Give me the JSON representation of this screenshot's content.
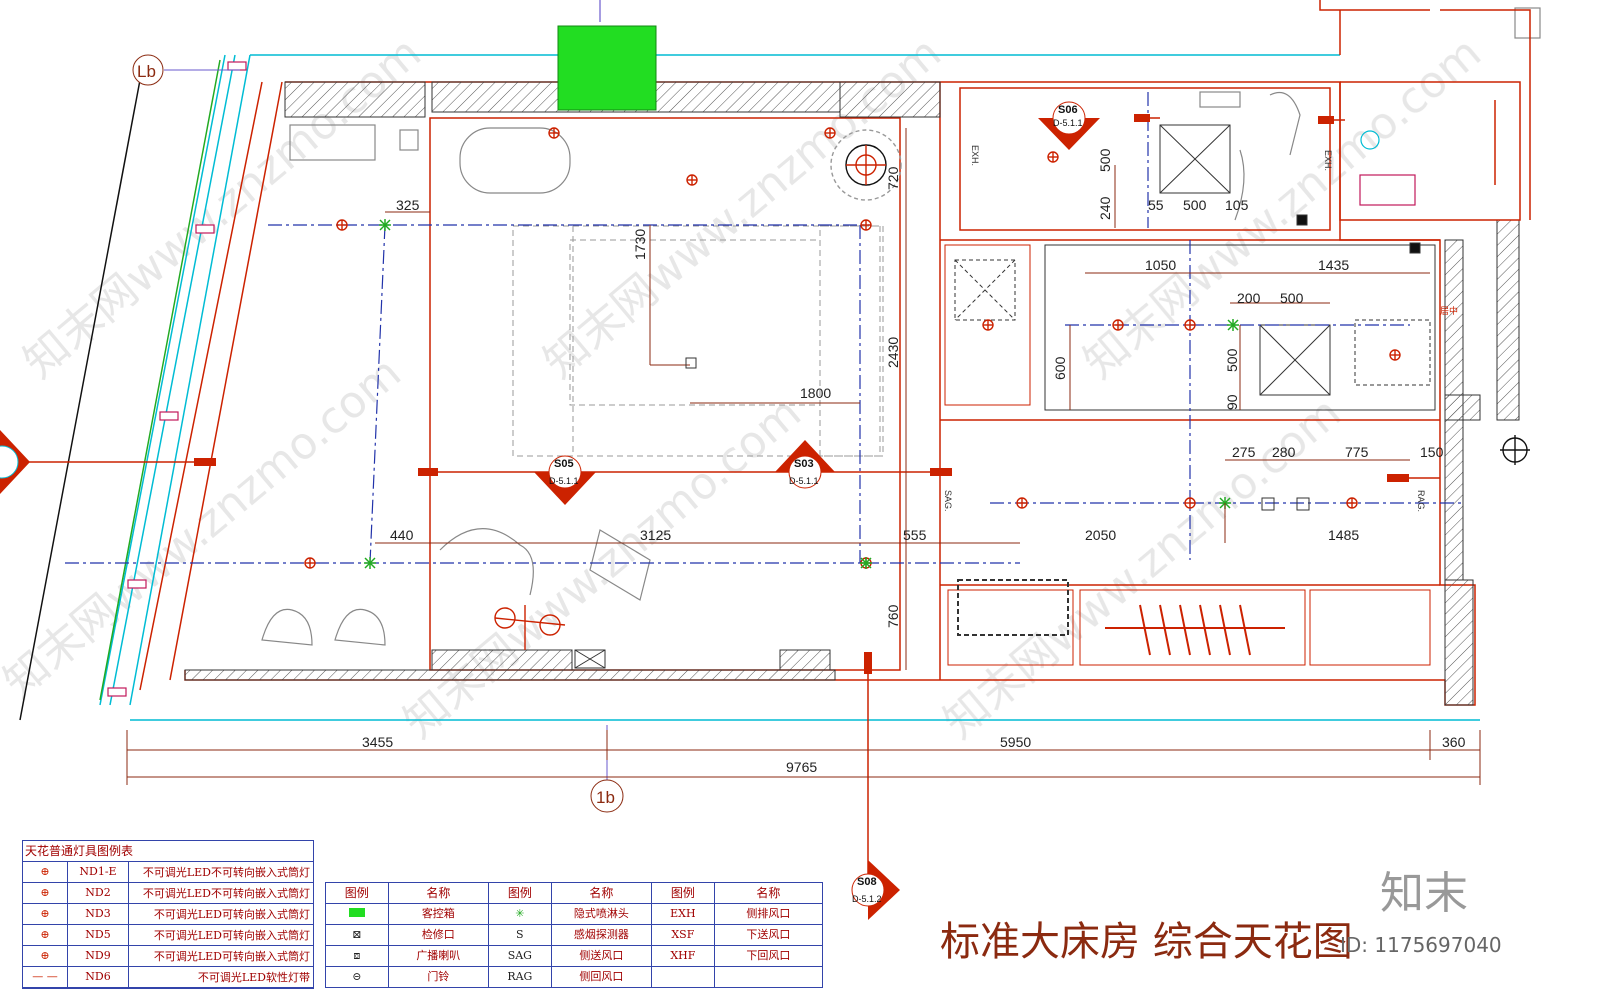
{
  "grid_labels": {
    "col": "Lb",
    "row": "1b"
  },
  "dimensions": {
    "top": [
      "325",
      "1730",
      "720",
      "2430",
      "1800",
      "500",
      "240",
      "55",
      "500",
      "105",
      "1050",
      "1435",
      "200",
      "500",
      "600",
      "500",
      "90",
      "275",
      "280",
      "775",
      "150",
      "440",
      "3125",
      "555",
      "2050",
      "1485",
      "760"
    ],
    "bottom": {
      "left": "3455",
      "middle": "5950",
      "right": "360",
      "total": "9765"
    }
  },
  "section_tags": [
    {
      "id": "S06",
      "ref": "D-5.1.1"
    },
    {
      "id": "S05",
      "ref": "D-5.1.1"
    },
    {
      "id": "S03",
      "ref": "D-5.1.1"
    },
    {
      "id": "S08",
      "ref": "D-5.1.2"
    }
  ],
  "vent_notes": {
    "exh_left": "EXH.",
    "exh_right": "EXH.",
    "sag": "SAG.",
    "rag": "RAG.",
    "side": "居中"
  },
  "legend_lights": {
    "title": "天花普通灯具图例表",
    "rows": [
      {
        "code": "ND1-E",
        "desc": "不可调光LED不可转向嵌入式筒灯"
      },
      {
        "code": "ND2",
        "desc": "不可调光LED不可转向嵌入式筒灯"
      },
      {
        "code": "ND3",
        "desc": "不可调光LED可转向嵌入式筒灯"
      },
      {
        "code": "ND5",
        "desc": "不可调光LED可转向嵌入式筒灯"
      },
      {
        "code": "ND9",
        "desc": "不可调光LED可转向嵌入式筒灯"
      },
      {
        "code": "ND6",
        "desc": "不可调光LED软性灯带"
      }
    ]
  },
  "legend_symbols": {
    "headers": [
      "图例",
      "名称",
      "图例",
      "名称",
      "图例",
      "名称"
    ],
    "rows": [
      [
        "客控箱",
        "",
        "隐式喷淋头",
        "EXH",
        "侧排风口"
      ],
      [
        "检修口",
        "S",
        "感烟探测器",
        "XSF",
        "下送风口"
      ],
      [
        "广播喇叭",
        "SAG",
        "侧送风口",
        "XHF",
        "下回风口"
      ],
      [
        "门铃",
        "RAG",
        "侧回风口",
        "",
        ""
      ]
    ]
  },
  "title": "标准大床房 综合天花图",
  "watermark": {
    "brand": "知末",
    "id": "ID: 1175697040",
    "site": "知末网www.znzmo.com"
  },
  "colors": {
    "wall": "#cc2200",
    "dim": "#8b2a10",
    "axis": "#2233aa",
    "green": "#22dd22",
    "cyan": "#00bcd4",
    "legend": "#a00000"
  }
}
